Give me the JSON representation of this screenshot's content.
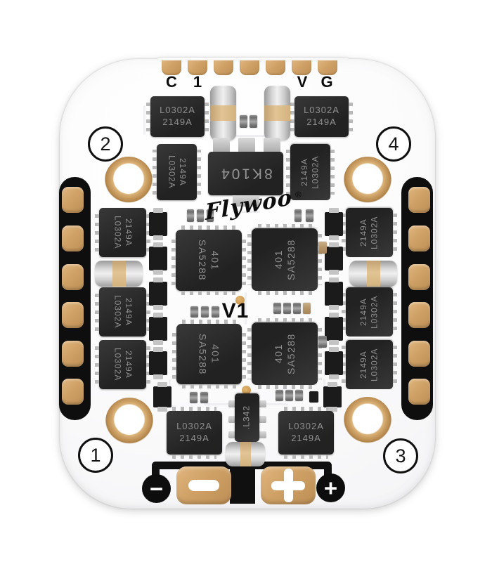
{
  "board": {
    "pins": {
      "c": "C",
      "n1": "1",
      "v": "V",
      "g": "G"
    },
    "corners": {
      "tl": "2",
      "tr": "4",
      "bl": "1",
      "br": "3"
    },
    "logo": {
      "text": "Flywoo",
      "reg": "®"
    },
    "labels": {
      "center": "V1"
    },
    "ics": {
      "driver1": "L0302A",
      "driver2": "2149A",
      "fet1": "SA5288",
      "fet2": "401",
      "reg": "8K104",
      "bec": ".L342"
    },
    "power": {
      "minus": "−",
      "plus": "+"
    },
    "colors": {
      "pad_gold": "#CFA166",
      "chip_black": "#282828",
      "chip_text": "#8F8F8F",
      "trace_black": "#101010",
      "cap_body": "#C8C8C8",
      "cap_band": "#D9BF94",
      "board_white": "#FBFBFC"
    }
  }
}
